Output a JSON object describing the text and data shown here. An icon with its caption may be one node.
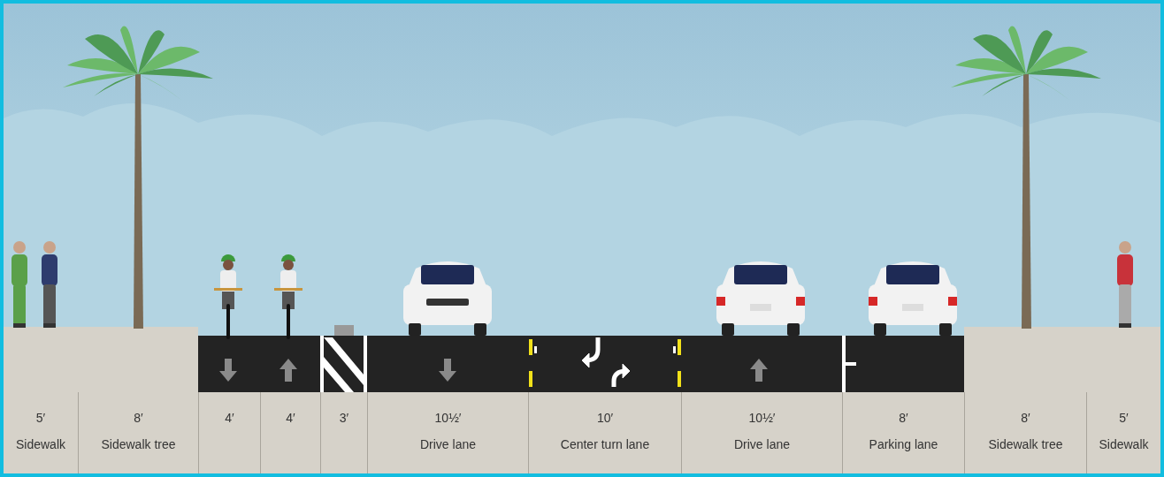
{
  "diagram": {
    "nodes": [
      {
        "text": [
          "5′",
          "Sidewalk"
        ]
      },
      {
        "text": [
          "8′",
          "Sidewalk tree"
        ]
      },
      {
        "text": [
          "4′"
        ]
      },
      {
        "text": [
          "4′"
        ]
      },
      {
        "text": [
          "3′"
        ]
      },
      {
        "text": [
          "10½′",
          "Drive lane"
        ]
      },
      {
        "text": [
          "10′",
          "Center turn lane"
        ]
      },
      {
        "text": [
          "10½′",
          "Drive lane"
        ]
      },
      {
        "text": [
          "8′",
          "Parking lane"
        ]
      },
      {
        "text": [
          "8′",
          "Sidewalk tree"
        ]
      },
      {
        "text": [
          "5′",
          "Sidewalk"
        ]
      }
    ]
  }
}
